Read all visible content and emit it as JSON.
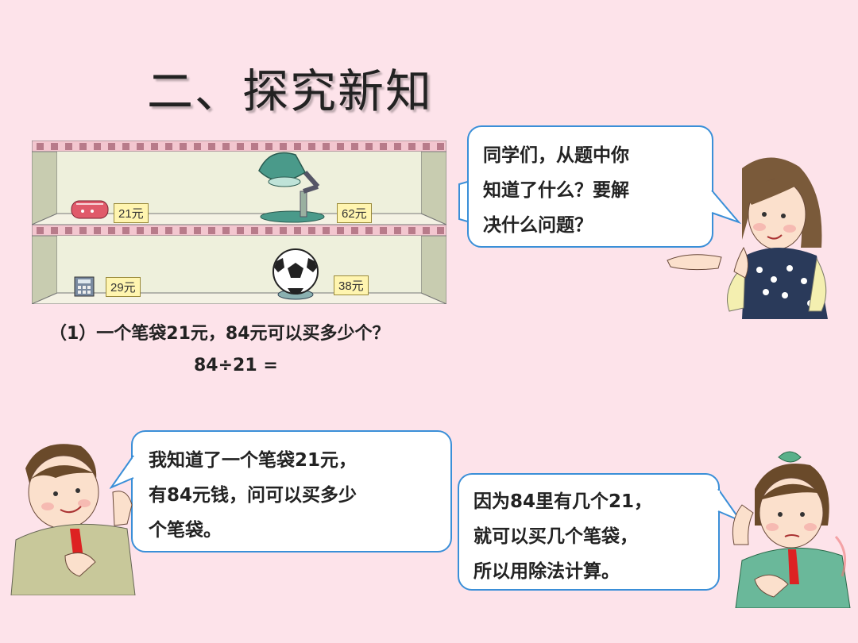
{
  "title": "二、探究新知",
  "shelf": {
    "prices": {
      "pencil_case": "21元",
      "lamp": "62元",
      "calculator": "29元",
      "ball": "38元"
    }
  },
  "question": "（1）一个笔袋21元，84元可以买多少个？",
  "equation": "84÷21 =",
  "bubbles": {
    "teacher": [
      "同学们，从题中你",
      "知道了什么？要解",
      "决什么问题？"
    ],
    "boy": [
      "我知道了一个笔袋21元，",
      "有84元钱，问可以买多少",
      "个笔袋。"
    ],
    "girl": [
      "因为84里有几个21，",
      "就可以买几个笔袋，",
      "所以用除法计算。"
    ]
  },
  "colors": {
    "background": "#fde3ea",
    "bubble_border": "#3a8fd8"
  }
}
